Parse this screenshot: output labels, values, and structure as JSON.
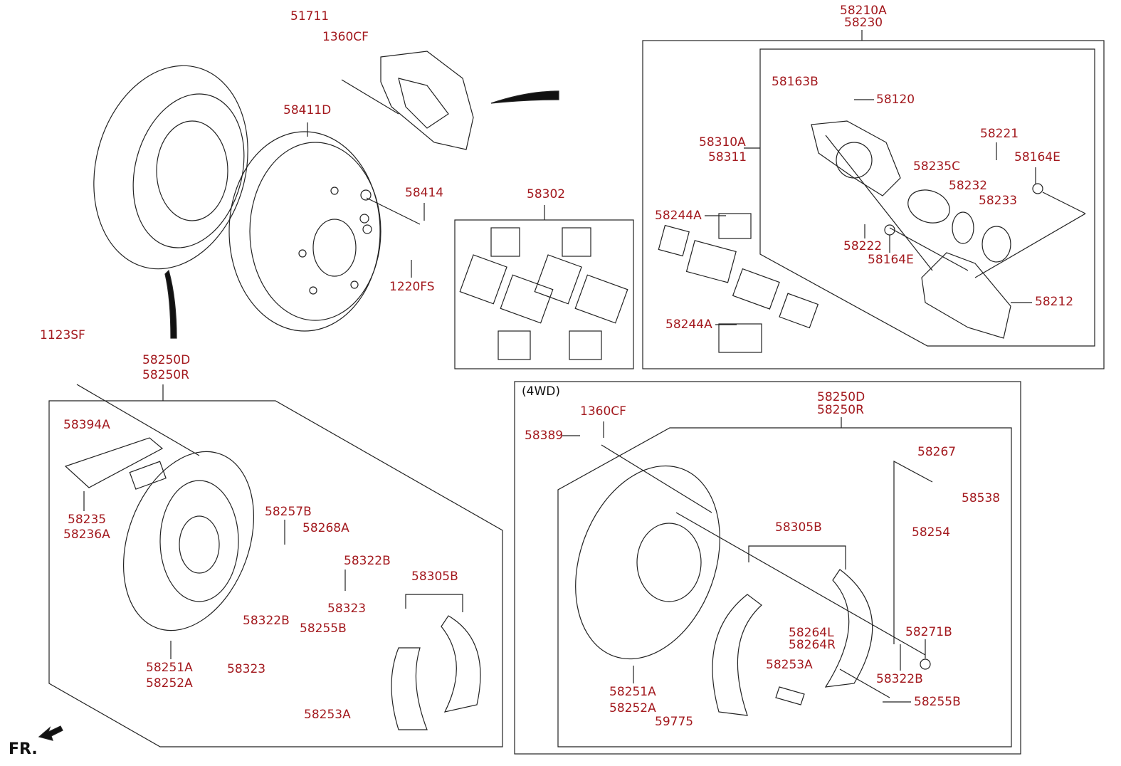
{
  "colors": {
    "label": "#a3191e",
    "line": "#222222"
  },
  "labels": {
    "p51711": "51711",
    "p1360cf_top": "1360CF",
    "p58411d": "58411D",
    "p58414": "58414",
    "p1220fs": "1220FS",
    "p58302": "58302",
    "p58210a": "58210A",
    "p58230": "58230",
    "p58163b": "58163B",
    "p58120": "58120",
    "p58310a": "58310A",
    "p58311": "58311",
    "p58221": "58221",
    "p58164e_a": "58164E",
    "p58235c": "58235C",
    "p58232": "58232",
    "p58233": "58233",
    "p58244a_a": "58244A",
    "p58222": "58222",
    "p58164e_b": "58164E",
    "p58212": "58212",
    "p58244a_b": "58244A",
    "p1123sf": "1123SF",
    "p58250d_l": "58250D",
    "p58250r_l": "58250R",
    "p58394a": "58394A",
    "p58235": "58235",
    "p58236a": "58236A",
    "p58257b": "58257B",
    "p58268a": "58268A",
    "p58322b_a": "58322B",
    "p58323_a": "58323",
    "p58305b_l": "58305B",
    "p58322b_b": "58322B",
    "p58255b_l": "58255B",
    "p58251a_l": "58251A",
    "p58252a_l": "58252A",
    "p58323_b": "58323",
    "p58253a_l": "58253A",
    "p4wd": "(4WD)",
    "p58250d_r": "58250D",
    "p58250r_r": "58250R",
    "p1360cf_r": "1360CF",
    "p58389": "58389",
    "p58267": "58267",
    "p58538": "58538",
    "p58254": "58254",
    "p58305b_r": "58305B",
    "p58264l": "58264L",
    "p58264r": "58264R",
    "p58271b": "58271B",
    "p58253a_r": "58253A",
    "p58322b_r": "58322B",
    "p58251a_r": "58251A",
    "p58252a_r": "58252A",
    "p58255b_r": "58255B",
    "p59775": "59775",
    "fr": "FR."
  }
}
